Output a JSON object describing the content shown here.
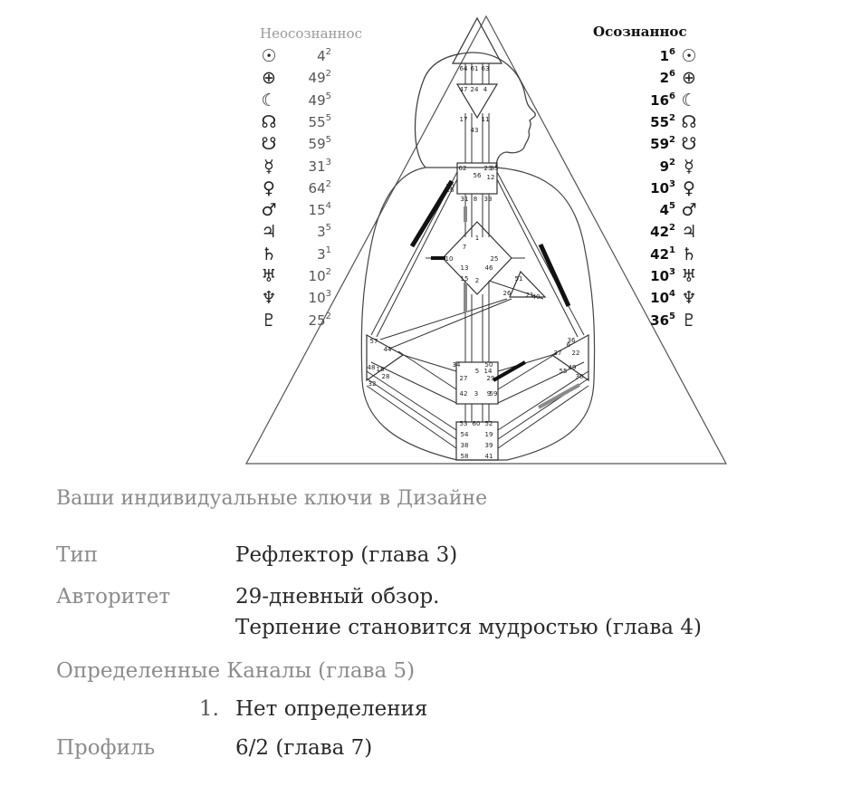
{
  "chart": {
    "unconscious_title": "Неосознаннос",
    "conscious_title": "Осознаннос",
    "unconscious_rows": [
      {
        "symbol": "☉",
        "icon": "sun-icon",
        "value": "4",
        "line": "2"
      },
      {
        "symbol": "⊕",
        "icon": "earth-icon",
        "value": "49",
        "line": "2"
      },
      {
        "symbol": "☾",
        "icon": "moon-icon",
        "value": "49",
        "line": "5"
      },
      {
        "symbol": "☊",
        "icon": "north-node-icon",
        "value": "55",
        "line": "5"
      },
      {
        "symbol": "☋",
        "icon": "south-node-icon",
        "value": "59",
        "line": "5"
      },
      {
        "symbol": "☿",
        "icon": "mercury-icon",
        "value": "31",
        "line": "3"
      },
      {
        "symbol": "♀",
        "icon": "venus-icon",
        "value": "64",
        "line": "2"
      },
      {
        "symbol": "♂",
        "icon": "mars-icon",
        "value": "15",
        "line": "4"
      },
      {
        "symbol": "♃",
        "icon": "jupiter-icon",
        "value": "3",
        "line": "5"
      },
      {
        "symbol": "♄",
        "icon": "saturn-icon",
        "value": "3",
        "line": "1"
      },
      {
        "symbol": "♅",
        "icon": "uranus-icon",
        "value": "10",
        "line": "2"
      },
      {
        "symbol": "♆",
        "icon": "neptune-icon",
        "value": "10",
        "line": "3"
      },
      {
        "symbol": "♇",
        "icon": "pluto-icon",
        "value": "25",
        "line": "2"
      }
    ],
    "conscious_rows": [
      {
        "symbol": "☉",
        "icon": "sun-icon",
        "value": "1",
        "line": "6"
      },
      {
        "symbol": "⊕",
        "icon": "earth-icon",
        "value": "2",
        "line": "6"
      },
      {
        "symbol": "☾",
        "icon": "moon-icon",
        "value": "16",
        "line": "6"
      },
      {
        "symbol": "☊",
        "icon": "north-node-icon",
        "value": "55",
        "line": "2"
      },
      {
        "symbol": "☋",
        "icon": "south-node-icon",
        "value": "59",
        "line": "2"
      },
      {
        "symbol": "☿",
        "icon": "mercury-icon",
        "value": "9",
        "line": "2"
      },
      {
        "symbol": "♀",
        "icon": "venus-icon",
        "value": "10",
        "line": "3"
      },
      {
        "symbol": "♂",
        "icon": "mars-icon",
        "value": "4",
        "line": "5"
      },
      {
        "symbol": "♃",
        "icon": "jupiter-icon",
        "value": "42",
        "line": "2"
      },
      {
        "symbol": "♄",
        "icon": "saturn-icon",
        "value": "42",
        "line": "1"
      },
      {
        "symbol": "♅",
        "icon": "uranus-icon",
        "value": "10",
        "line": "3"
      },
      {
        "symbol": "♆",
        "icon": "neptune-icon",
        "value": "10",
        "line": "4"
      },
      {
        "symbol": "♇",
        "icon": "pluto-icon",
        "value": "36",
        "line": "5"
      }
    ],
    "gate_labels": [
      "64",
      "61",
      "63",
      "47",
      "24",
      "4",
      "17",
      "11",
      "43",
      "62",
      "23",
      "56",
      "12",
      "35",
      "31",
      "8",
      "33",
      "7",
      "1",
      "13",
      "15",
      "2",
      "46",
      "10",
      "25",
      "51",
      "21",
      "26",
      "40",
      "20",
      "57",
      "44",
      "48",
      "16",
      "34",
      "50",
      "27",
      "5",
      "14",
      "29",
      "59",
      "6",
      "36",
      "22",
      "37",
      "49",
      "55",
      "30",
      "42",
      "3",
      "9",
      "53",
      "60",
      "52",
      "54",
      "19",
      "38",
      "39",
      "58",
      "41",
      "18",
      "28",
      "32"
    ]
  },
  "design": {
    "heading": "Ваши индивидуальные ключи в Дизайне",
    "type_label": "Тип",
    "type_value": "Рефлектор (глава 3)",
    "authority_label": "Авторитет",
    "authority_value_1": "29-дневный обзор.",
    "authority_value_2": "Терпение становится мудростью (глава 4)",
    "channels_label": "Определенные Каналы (глава 5)",
    "channels_number": "1.",
    "channels_value": "Нет определения",
    "profile_label": "Профиль",
    "profile_value": "6/2 (глава 7)"
  },
  "colors": {
    "unconscious_text": "#555555",
    "conscious_text": "#111111",
    "label": "#8c8c8c",
    "value": "#2a2a2a",
    "chart_line": "#333333",
    "channel_black": "#111111",
    "channel_grey": "#8a8a8a"
  }
}
